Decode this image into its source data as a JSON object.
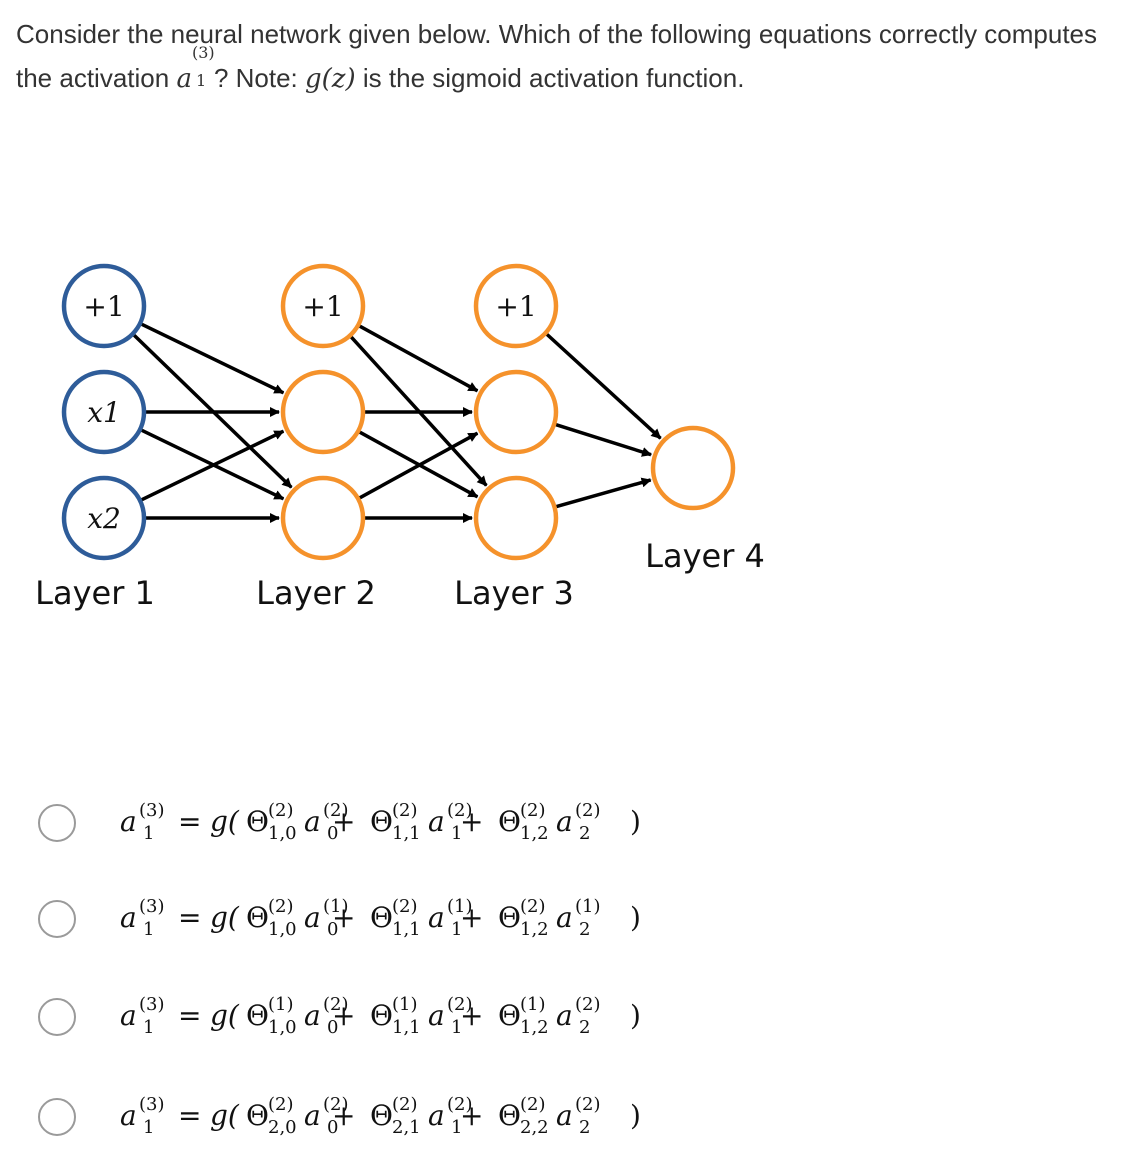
{
  "question": {
    "part1": "Consider the neural network given below. Which of the following equations correctly computes the activation ",
    "act_base": "a",
    "act_sup": "(3)",
    "act_sub": "1",
    "part2": "? Note: ",
    "g_expr": "g(z)",
    "part3": " is the sigmoid activation function."
  },
  "network": {
    "layers": [
      {
        "label": "Layer 1",
        "nodes": [
          "+1",
          "x1",
          "x2"
        ]
      },
      {
        "label": "Layer 2",
        "nodes": [
          "+1",
          "",
          ""
        ]
      },
      {
        "label": "Layer 3",
        "nodes": [
          "+1",
          "",
          ""
        ]
      },
      {
        "label": "Layer 4",
        "nodes": [
          ""
        ]
      }
    ],
    "input_node_color": "#2e5c99",
    "hidden_node_color": "#f5922b",
    "edge_color": "#000000"
  },
  "options": [
    {
      "lhs_base": "a",
      "lhs_sup": "(3)",
      "lhs_sub": "1",
      "terms": [
        {
          "theta_sup": "(2)",
          "theta_sub": "1,0",
          "a_sup": "(2)",
          "a_sub": "0"
        },
        {
          "theta_sup": "(2)",
          "theta_sub": "1,1",
          "a_sup": "(2)",
          "a_sub": "1"
        },
        {
          "theta_sup": "(2)",
          "theta_sub": "1,2",
          "a_sup": "(2)",
          "a_sub": "2"
        }
      ]
    },
    {
      "lhs_base": "a",
      "lhs_sup": "(3)",
      "lhs_sub": "1",
      "terms": [
        {
          "theta_sup": "(2)",
          "theta_sub": "1,0",
          "a_sup": "(1)",
          "a_sub": "0"
        },
        {
          "theta_sup": "(2)",
          "theta_sub": "1,1",
          "a_sup": "(1)",
          "a_sub": "1"
        },
        {
          "theta_sup": "(2)",
          "theta_sub": "1,2",
          "a_sup": "(1)",
          "a_sub": "2"
        }
      ]
    },
    {
      "lhs_base": "a",
      "lhs_sup": "(3)",
      "lhs_sub": "1",
      "terms": [
        {
          "theta_sup": "(1)",
          "theta_sub": "1,0",
          "a_sup": "(2)",
          "a_sub": "0"
        },
        {
          "theta_sup": "(1)",
          "theta_sub": "1,1",
          "a_sup": "(2)",
          "a_sub": "1"
        },
        {
          "theta_sup": "(1)",
          "theta_sub": "1,2",
          "a_sup": "(2)",
          "a_sub": "2"
        }
      ]
    },
    {
      "lhs_base": "a",
      "lhs_sup": "(3)",
      "lhs_sub": "1",
      "terms": [
        {
          "theta_sup": "(2)",
          "theta_sub": "2,0",
          "a_sup": "(2)",
          "a_sub": "0"
        },
        {
          "theta_sup": "(2)",
          "theta_sub": "2,1",
          "a_sup": "(2)",
          "a_sub": "1"
        },
        {
          "theta_sup": "(2)",
          "theta_sub": "2,2",
          "a_sup": "(2)",
          "a_sub": "2"
        }
      ]
    }
  ],
  "symbols": {
    "equals": "=",
    "g_open": "g(",
    "theta": "Θ",
    "plus": "+",
    "close": ")"
  }
}
